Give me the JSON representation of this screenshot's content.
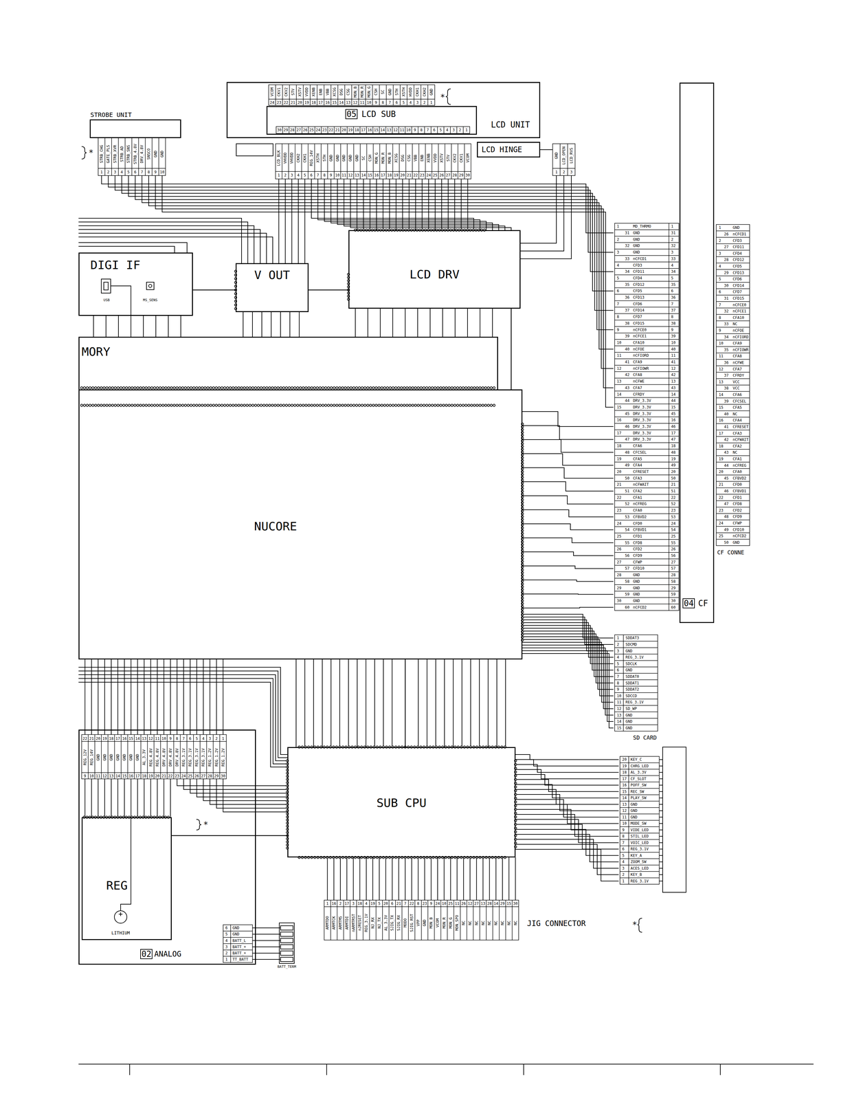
{
  "diagram": {
    "nodes": [
      {
        "text": [
          "STROBE UNIT"
        ]
      },
      {
        "text": [
          "LCD UNIT"
        ]
      },
      {
        "text": [
          "05",
          "LCD SUB"
        ],
        "in": 1
      },
      {
        "text": [
          "LCD HINGE"
        ]
      },
      {
        "text": [
          "DIGI IF"
        ]
      },
      {
        "text": [
          "V OUT"
        ]
      },
      {
        "text": [
          "LCD DRV"
        ]
      },
      {
        "text": [
          "MORY"
        ]
      },
      {
        "text": [
          "NUCORE"
        ]
      },
      {
        "text": [
          "04",
          "CF"
        ]
      },
      {
        "text": [
          "02",
          "ANALOG"
        ]
      },
      {
        "text": [
          "REG"
        ],
        "in": 10
      },
      {
        "text": [
          "SUB CPU"
        ]
      }
    ],
    "edges": [
      {
        "from": 4,
        "to": 5,
        "arrow": "none"
      },
      {
        "from": 5,
        "to": 6,
        "arrow": "none"
      },
      {
        "from": 6,
        "to": 8,
        "arrow": "none"
      },
      {
        "from": 8,
        "to": 12,
        "arrow": "none"
      },
      {
        "from": 12,
        "to": 11,
        "arrow": "none"
      }
    ],
    "labels": [
      "*",
      "1",
      "STRB_CHG",
      "2",
      "GATE_PLS",
      "3",
      "STRB_XVR",
      "4",
      "STRB_AD",
      "5",
      "STRB_SNS",
      "6",
      "STRB_4.8V",
      "7",
      "DRV_4.8V",
      "8",
      "SNSCO",
      "9",
      "GND",
      "10",
      "GND",
      "24",
      "VCOM",
      "23",
      "CKV1",
      "22",
      "CKV2",
      "21",
      "STV",
      "20",
      "XSTV",
      "19",
      "VVDD",
      "18",
      "XENB",
      "17",
      "ENB",
      "16",
      "VBB",
      "15",
      "XCSG",
      "14",
      "DSG",
      "13",
      "CSG",
      "12",
      "MON_B",
      "11",
      "MON_R",
      "10",
      "MON_G",
      "9",
      "CSH",
      "8",
      "SC",
      "7",
      "GND",
      "6",
      "STH",
      "5",
      "XSTH",
      "4",
      "HVDD",
      "3",
      "CKH1",
      "2",
      "CKH2",
      "1",
      "GND",
      "*",
      "30",
      "29",
      "28",
      "27",
      "26",
      "25",
      "24",
      "23",
      "22",
      "21",
      "20",
      "19",
      "18",
      "17",
      "16",
      "15",
      "14",
      "13",
      "12",
      "11",
      "10",
      "9",
      "8",
      "7",
      "6",
      "5",
      "4",
      "3",
      "2",
      "1",
      "LCD_BLK",
      "1",
      "VHVDD",
      "2",
      "VHVDD",
      "3",
      "CKH2",
      "4",
      "CKH1",
      "5",
      "REG_14V",
      "6",
      "XSTH",
      "7",
      "STH",
      "8",
      "GND",
      "9",
      "GND",
      "10",
      "GND",
      "11",
      "GND",
      "12",
      "GND",
      "13",
      "SC",
      "14",
      "CSH",
      "15",
      "MON_G",
      "16",
      "MON_R",
      "17",
      "MON_B",
      "18",
      "XCSG",
      "19",
      "DSG",
      "20",
      "CSG",
      "21",
      "VBB",
      "22",
      "ENB",
      "23",
      "XENB",
      "24",
      "VVDD",
      "25",
      "XSTV",
      "26",
      "STV",
      "27",
      "CKV2",
      "28",
      "CKV1",
      "29",
      "VCOM",
      "30",
      "1",
      "GND",
      "2",
      "LCD_OPEN",
      "3",
      "LCD_RVS",
      "USB",
      "MS_SENS",
      "1",
      "MD_THRMO",
      "1",
      "31",
      "GND",
      "31",
      "2",
      "GND",
      "2",
      "32",
      "GND",
      "32",
      "3",
      "GND",
      "3",
      "33",
      "nCFCD1",
      "33",
      "4",
      "CFD3",
      "4",
      "34",
      "CFD11",
      "34",
      "5",
      "CFD4",
      "5",
      "35",
      "CFD12",
      "35",
      "6",
      "CFD5",
      "6",
      "36",
      "CFD13",
      "36",
      "7",
      "CFD6",
      "7",
      "37",
      "CFD14",
      "37",
      "8",
      "CFD7",
      "8",
      "38",
      "CFD15",
      "38",
      "9",
      "nCFCE0",
      "9",
      "39",
      "nCFCE1",
      "39",
      "10",
      "CFA10",
      "10",
      "40",
      "nCFOE",
      "40",
      "11",
      "nCFIORD",
      "11",
      "41",
      "CFA9",
      "41",
      "12",
      "nCFIOWR",
      "12",
      "42",
      "CFA8",
      "42",
      "13",
      "nCFWE",
      "13",
      "43",
      "CFA7",
      "43",
      "14",
      "CFRDY",
      "14",
      "44",
      "DRV_3.3V",
      "44",
      "15",
      "DRV_3.3V",
      "15",
      "45",
      "DRV_3.3V",
      "45",
      "16",
      "DRV_3.3V",
      "16",
      "46",
      "DRV_3.3V",
      "46",
      "17",
      "DRV_3.3V",
      "17",
      "47",
      "DRV_3.3V",
      "47",
      "18",
      "CFA6",
      "18",
      "48",
      "CFCSEL",
      "48",
      "19",
      "CFA5",
      "19",
      "49",
      "CFA4",
      "49",
      "20",
      "CFRESET",
      "20",
      "50",
      "CFA3",
      "50",
      "21",
      "nCFWAIT",
      "21",
      "51",
      "CFA2",
      "51",
      "22",
      "CFA1",
      "22",
      "52",
      "nCFREG",
      "52",
      "23",
      "CFA0",
      "23",
      "53",
      "CFBVD2",
      "53",
      "24",
      "CFD0",
      "24",
      "54",
      "CFBVD1",
      "54",
      "25",
      "CFD1",
      "25",
      "55",
      "CFD8",
      "55",
      "26",
      "CFD2",
      "26",
      "56",
      "CFD9",
      "56",
      "27",
      "CFWP",
      "27",
      "57",
      "CFD10",
      "57",
      "28",
      "GND",
      "28",
      "58",
      "GND",
      "58",
      "29",
      "GND",
      "29",
      "59",
      "GND",
      "59",
      "30",
      "GND",
      "30",
      "60",
      "nCFCD2",
      "60",
      "1",
      "GND",
      "26",
      "nCFCD1",
      "2",
      "CFD3",
      "27",
      "CFD11",
      "3",
      "CFD4",
      "28",
      "CFD12",
      "4",
      "CFD5",
      "29",
      "CFD13",
      "5",
      "CFD6",
      "30",
      "CFD14",
      "6",
      "CFD7",
      "31",
      "CFD15",
      "7",
      "nCFCE0",
      "32",
      "nCFCE1",
      "8",
      "CFA10",
      "33",
      "NC",
      "9",
      "nCFOE",
      "34",
      "nCFIORD",
      "10",
      "CFA9",
      "35",
      "nCFIOWR",
      "11",
      "CFA8",
      "36",
      "nCFWE",
      "12",
      "CFA7",
      "37",
      "CFRDY",
      "13",
      "VCC",
      "38",
      "VCC",
      "14",
      "CFA6",
      "39",
      "CFCSEL",
      "15",
      "CFA5",
      "40",
      "NC",
      "16",
      "CFA4",
      "41",
      "CFRESET",
      "17",
      "CFA3",
      "42",
      "nCFWAIT",
      "18",
      "CFA2",
      "43",
      "NC",
      "19",
      "CFA1",
      "44",
      "nCFREG",
      "20",
      "CFA0",
      "45",
      "CFBVD2",
      "21",
      "CFD0",
      "46",
      "CFBVD1",
      "22",
      "CFD1",
      "47",
      "CFD8",
      "23",
      "CFD2",
      "48",
      "CFD9",
      "24",
      "CFWP",
      "49",
      "CFD10",
      "25",
      "nCFCD2",
      "50",
      "GND",
      "CF CONNE",
      "1",
      "SDDAT3",
      "2",
      "SDCMD",
      "3",
      "GND",
      "4",
      "REG_3.1V",
      "5",
      "SDCLK",
      "6",
      "GND",
      "7",
      "SDDAT0",
      "8",
      "SDDAT1",
      "9",
      "SDDAT2",
      "10",
      "SDCCD",
      "11",
      "REG_3.1V",
      "12",
      "SD_WP",
      "13",
      "GND",
      "14",
      "GND",
      "15",
      "GND",
      "SD CARD",
      "20",
      "KEY_C",
      "19",
      "CHRG_LED",
      "18",
      "AL_3.3V",
      "17",
      "CF_SLOT",
      "16",
      "POFF_SW",
      "15",
      "REC_SW",
      "14",
      "PLAY_SW",
      "13",
      "GND",
      "12",
      "GND",
      "11",
      "GND",
      "10",
      "MODE_SW",
      "9",
      "VIDE_LED",
      "8",
      "STIL_LED",
      "7",
      "VOIC_LED",
      "6",
      "REG_3.1V",
      "5",
      "KEY_A",
      "4",
      "ZOOM_SW",
      "3",
      "ACES_LED",
      "2",
      "KEY_B",
      "1",
      "REG_3.1V",
      "*",
      "22",
      "REG_12V",
      "9",
      "21",
      "REG_14V",
      "10",
      "20",
      "GND",
      "11",
      "19",
      "GND",
      "12",
      "18",
      "GND",
      "13",
      "17",
      "GND",
      "14",
      "16",
      "GND",
      "15",
      "15",
      "GND",
      "16",
      "14",
      "GND",
      "17",
      "13",
      "AL_3.3V",
      "18",
      "12",
      "REG_4.8V",
      "19",
      "11",
      "REG_4.8V",
      "20",
      "10",
      "DRV_4.8V",
      "21",
      "9",
      "DRV_4.8V",
      "22",
      "8",
      "DRV_4.8V",
      "23",
      "7",
      "REG_3.1V",
      "24",
      "6",
      "REG_3.1V",
      "25",
      "5",
      "REG_3.1V",
      "26",
      "4",
      "REG_3.1V",
      "27",
      "3",
      "REG_1.2V",
      "28",
      "2",
      "REG_1.2V",
      "29",
      "1",
      "REG_1.2V",
      "30",
      "*",
      "LITHIUM",
      "6",
      "GND",
      "5",
      "GND",
      "4",
      "BATT_L",
      "3",
      "BATT_+",
      "2",
      "BATT_+",
      "1",
      "TT_BATT",
      "BATT_TERM",
      "1",
      "ARMTDO",
      "16",
      "ARMTCK",
      "2",
      "ARMTMS",
      "17",
      "ARMTDI",
      "3",
      "nARMTRST",
      "18",
      "nJRESET",
      "4",
      "REG_3.1V",
      "19",
      "NJ_RX",
      "5",
      "NJ_TX",
      "20",
      "AL_3.3V",
      "6",
      "SJIG_TX",
      "21",
      "SJIG_RX",
      "7",
      "MODO",
      "22",
      "SJIG_RST",
      "8",
      "VPP",
      "23",
      "GND",
      "9",
      "MON_B",
      "24",
      "VCOM",
      "10",
      "MON_R",
      "25",
      "MON_G",
      "11",
      "MON_SPO",
      "26",
      "NC",
      "12",
      "NC",
      "27",
      "NC",
      "13",
      "NC",
      "28",
      "NC",
      "14",
      "NC",
      "29",
      "NC",
      "15",
      "NC",
      "30",
      "NC",
      "JIG CONNECTOR"
    ]
  }
}
